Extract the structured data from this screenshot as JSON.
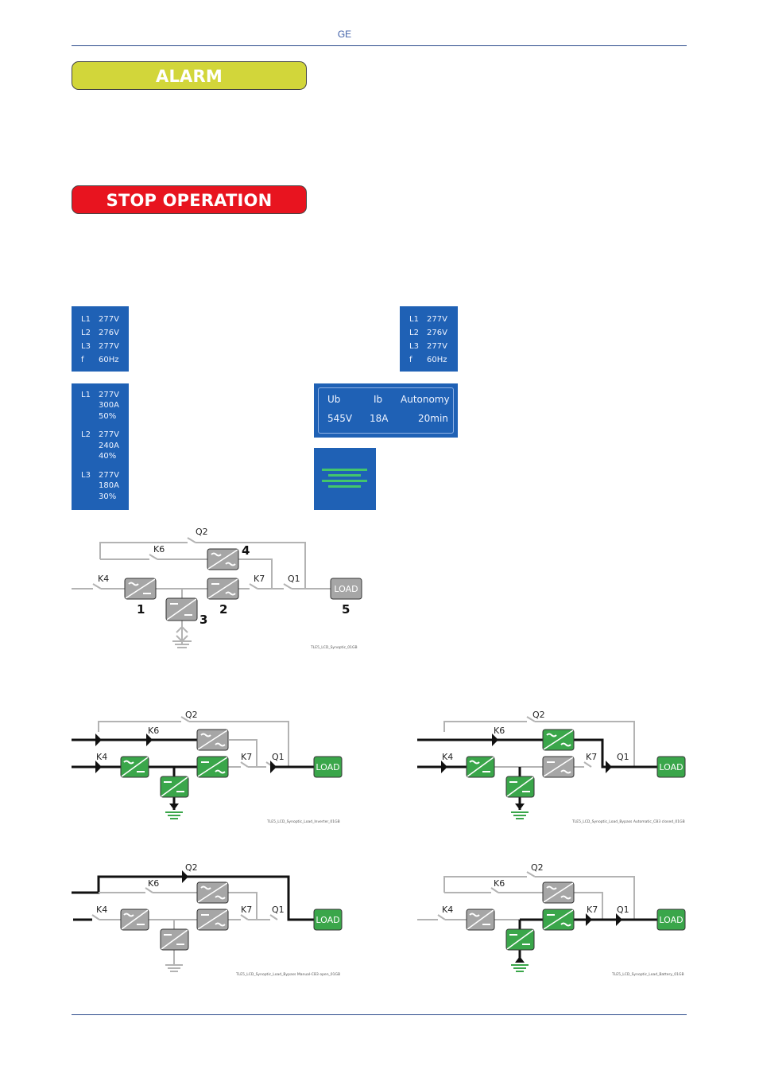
{
  "header": {
    "brand": "GE"
  },
  "banners": {
    "alarm": "ALARM",
    "stop": "STOP OPERATION"
  },
  "lcd_input": {
    "rows": [
      {
        "k": "L1",
        "v": "277V"
      },
      {
        "k": "L2",
        "v": "276V"
      },
      {
        "k": "L3",
        "v": "277V"
      },
      {
        "k": "f",
        "v": "60Hz"
      }
    ]
  },
  "lcd_bypass": {
    "rows": [
      {
        "k": "L1",
        "v": "277V"
      },
      {
        "k": "L2",
        "v": "276V"
      },
      {
        "k": "L3",
        "v": "277V"
      },
      {
        "k": "f",
        "v": "60Hz"
      }
    ]
  },
  "lcd_output": {
    "phases": [
      {
        "k": "L1",
        "v": "277V",
        "a": "300A",
        "p": "50%"
      },
      {
        "k": "L2",
        "v": "277V",
        "a": "240A",
        "p": "40%"
      },
      {
        "k": "L3",
        "v": "277V",
        "a": "180A",
        "p": "30%"
      }
    ]
  },
  "lcd_battery": {
    "headers": [
      "Ub",
      "Ib",
      "Autonomy"
    ],
    "values": [
      "545V",
      "18A",
      "20min"
    ]
  },
  "diagram_labels": {
    "q2": "Q2",
    "k6": "K6",
    "k4": "K4",
    "k7": "K7",
    "q1": "Q1",
    "load": "LOAD",
    "n1": "1",
    "n2": "2",
    "n3": "3",
    "n4": "4",
    "n5": "5"
  },
  "captions": {
    "synoptic": "TLE5_LCD_Synoptic_01GB",
    "inverter": "TLE5_LCD_Synoptic_Load_Inverter_01GB",
    "bypass_auto": "TLE5_LCD_Synoptic_Load_Bypass Automatic_CB3 closed_01GB",
    "bypass_manual": "TLE5_LCD_Synoptic_Load_Bypass Manual-CB3 open_01GB",
    "battery": "TLE5_LCD_Synoptic_Load_Battery_01GB"
  },
  "colors": {
    "active": "#3aa64a",
    "inactive": "#a6a6a6",
    "flow": "#111111",
    "idle_line": "#b3b3b3",
    "lcd_bg": "#1f61b5",
    "lcd_bar": "#43c66b"
  }
}
